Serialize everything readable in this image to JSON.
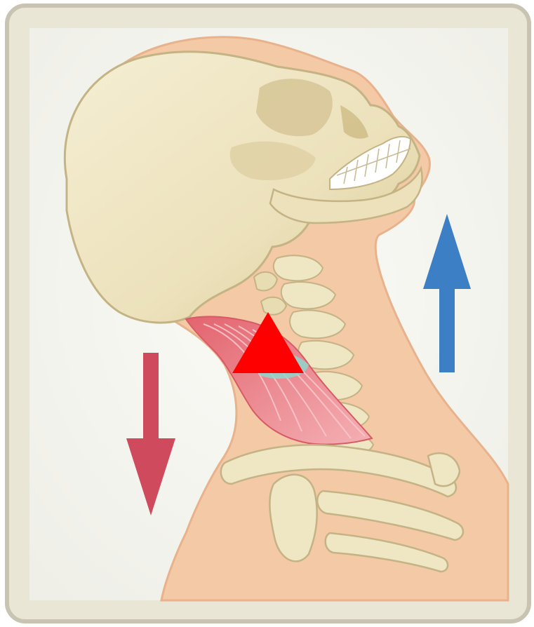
{
  "figure": {
    "subject": "neck-extension-anatomy",
    "elements": [
      "skull",
      "cervical-spine",
      "neck-muscle",
      "clavicle",
      "shoulder-blade",
      "down-arrow",
      "up-arrow",
      "marker-triangle"
    ]
  },
  "colors": {
    "frame_outer": "#c9c4b2",
    "frame_inner": "#e9e6d6",
    "background": "#f7f7f2",
    "skin": "#f3c9a6",
    "skin_edge": "#e8b28c",
    "bone": "#efe6c4",
    "bone_shade": "#d8c89a",
    "bone_outline": "#c4b384",
    "teeth": "#ffffff",
    "muscle": "#e0707a",
    "muscle_light": "#f4a9ad",
    "cartilage": "#8fd6cc",
    "down_arrow": "#cf4a5c",
    "up_arrow": "#3c7fc4",
    "marker": "#ff0000"
  },
  "arrows": [
    {
      "name": "down-arrow",
      "direction": "down"
    },
    {
      "name": "up-arrow",
      "direction": "up"
    }
  ],
  "marker": {
    "shape": "triangle",
    "direction": "up"
  }
}
